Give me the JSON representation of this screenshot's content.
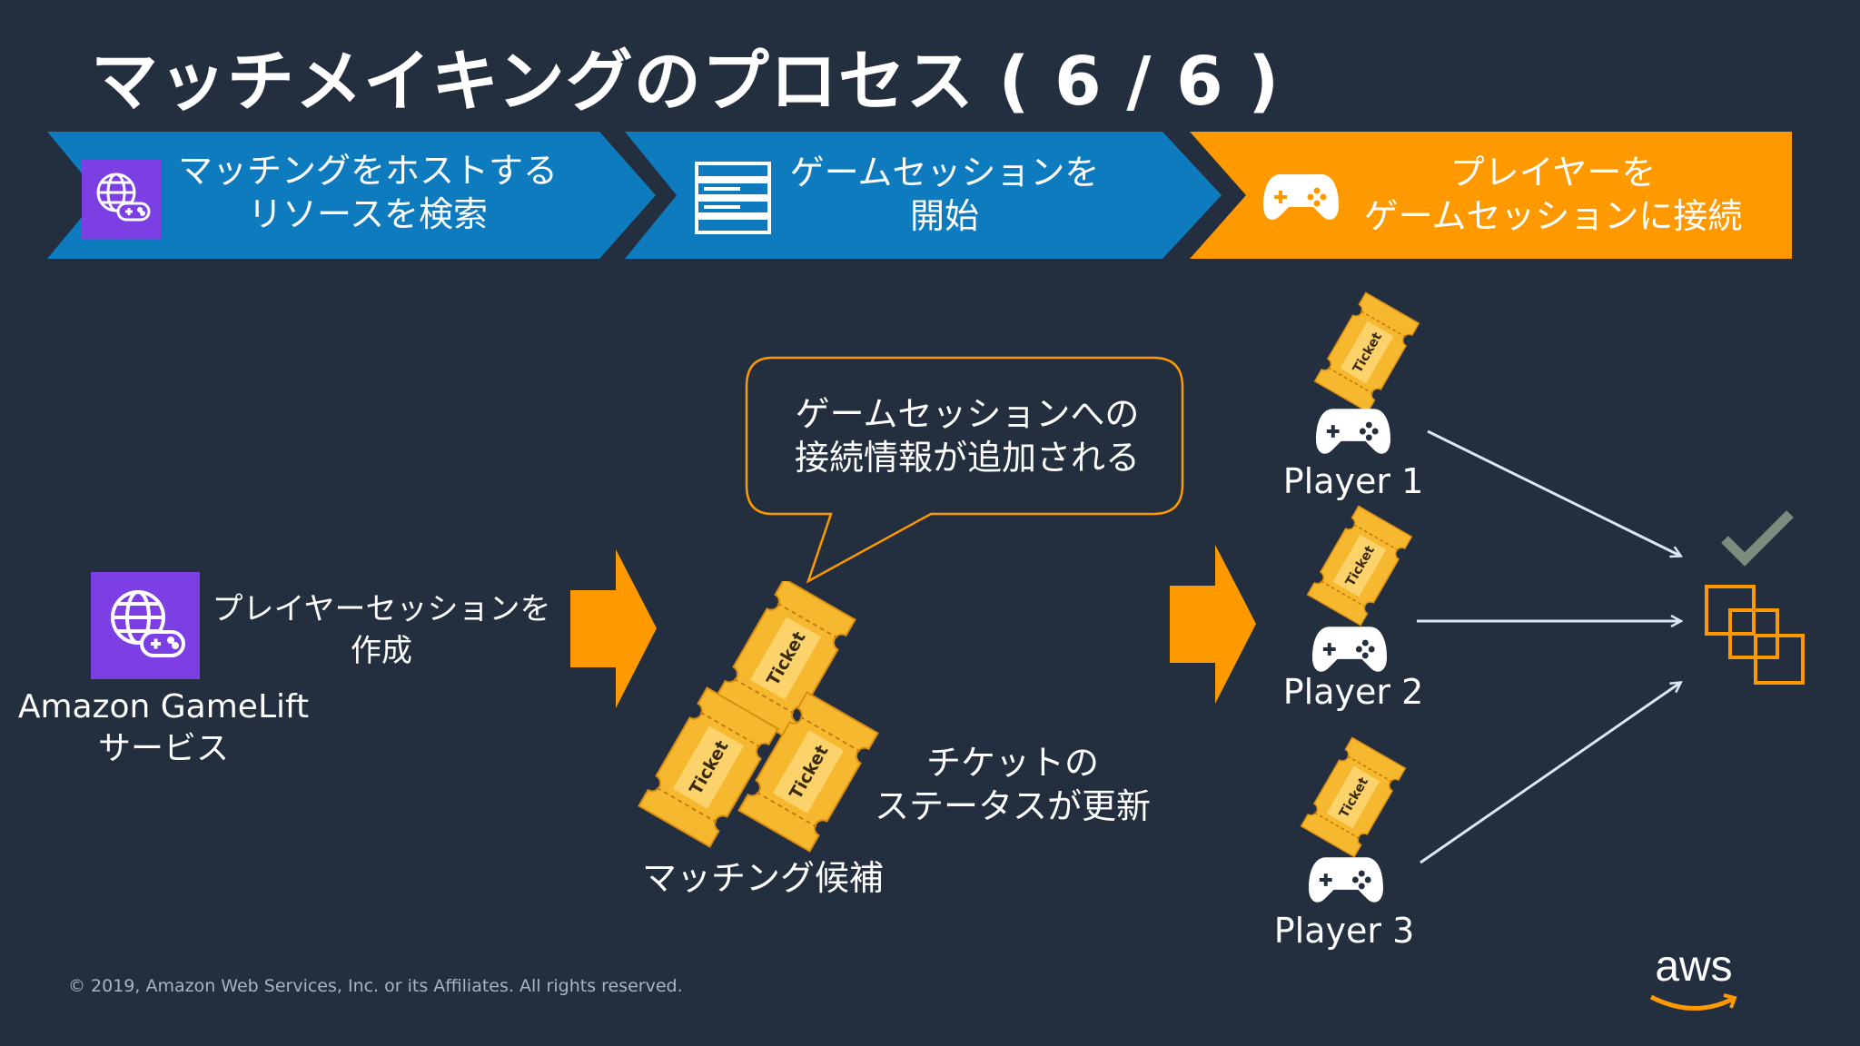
{
  "title": "マッチメイキングのプロセス ( 6 / 6 )",
  "steps": [
    {
      "line1": "マッチングをホストする",
      "line2": "リソースを検索",
      "icon": "gamelift-icon",
      "color": "#0f7bbf"
    },
    {
      "line1": "ゲームセッションを",
      "line2": "開始",
      "icon": "server-stack-icon",
      "color": "#0f7bbf"
    },
    {
      "line1": "プレイヤーを",
      "line2": "ゲームセッションに接続",
      "icon": "gamepad-icon",
      "color": "#ff9900"
    }
  ],
  "service": {
    "line1": "Amazon GameLift",
    "line2": "サービス"
  },
  "create_session": {
    "line1": "プレイヤーセッションを",
    "line2": "作成"
  },
  "callout": {
    "line1": "ゲームセッションへの",
    "line2": "接続情報が追加される"
  },
  "status": {
    "line1": "チケットの",
    "line2": "ステータスが更新"
  },
  "candidates_label": "マッチング候補",
  "ticket_text": "Ticket",
  "players": [
    "Player 1",
    "Player 2",
    "Player 3"
  ],
  "copyright": "© 2019, Amazon Web Services, Inc. or its Affiliates. All rights reserved.",
  "logo": "aws",
  "colors": {
    "background": "#232f3e",
    "blue": "#0f7bbf",
    "orange": "#ff9900",
    "purple": "#7b3fe4",
    "ticket": "#f5b82e"
  }
}
